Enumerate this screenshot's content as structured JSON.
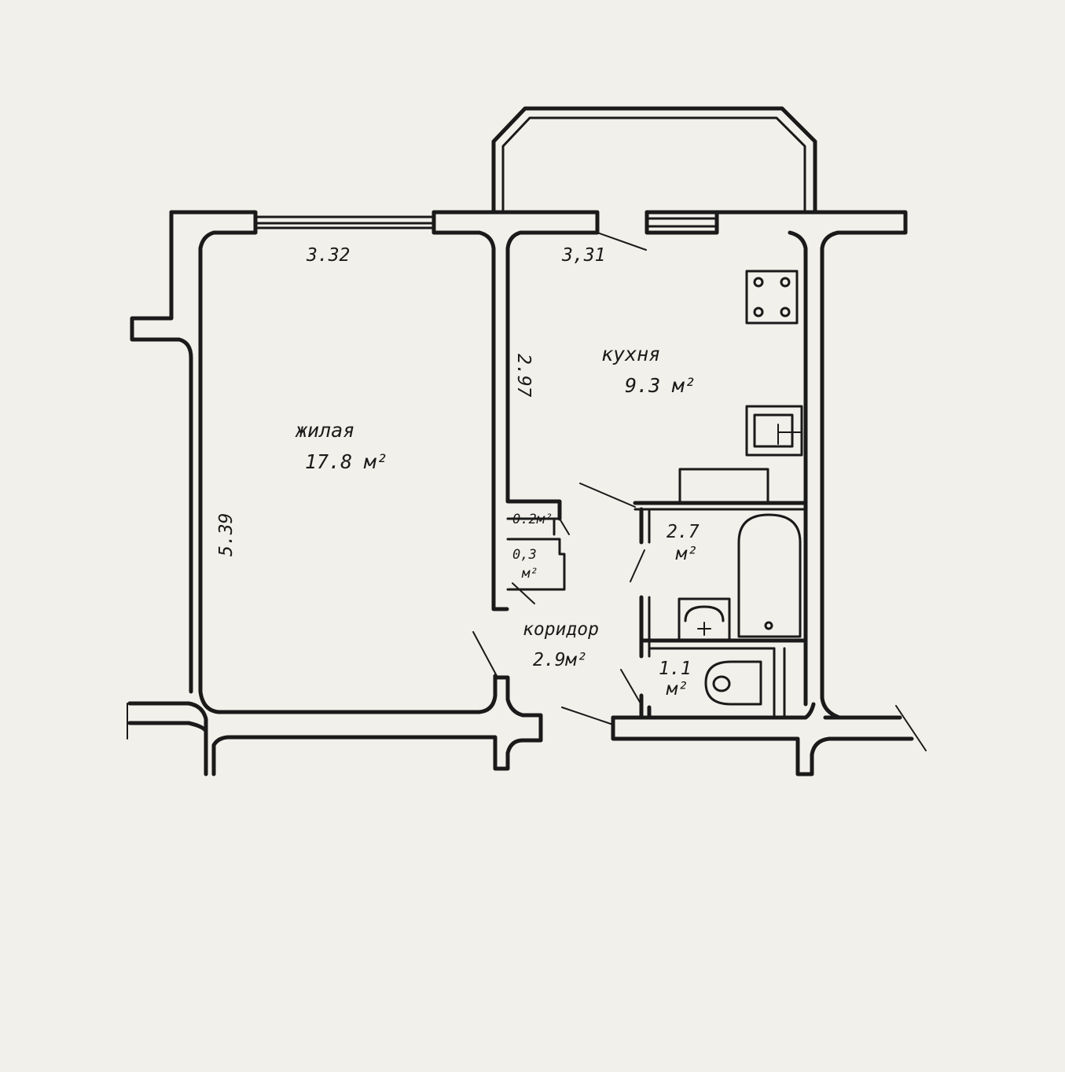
{
  "rooms": {
    "living": {
      "name": "жилая",
      "area": "17.8 м²"
    },
    "kitchen": {
      "name": "кухня",
      "area": "9.3 м²"
    },
    "corridor": {
      "name": "коридор",
      "area": "2.9м²"
    },
    "bathroom": {
      "value": "2.7",
      "unit": "м²"
    },
    "toilet": {
      "value": "1.1",
      "unit": "м²"
    },
    "closet_upper": {
      "area": "0.2м²"
    },
    "closet_lower": {
      "value": "0,3",
      "unit": "м²"
    }
  },
  "dimensions": {
    "living_width": "3.32",
    "kitchen_width": "3,31",
    "kitchen_depth": "2.97",
    "living_depth": "5.39"
  }
}
